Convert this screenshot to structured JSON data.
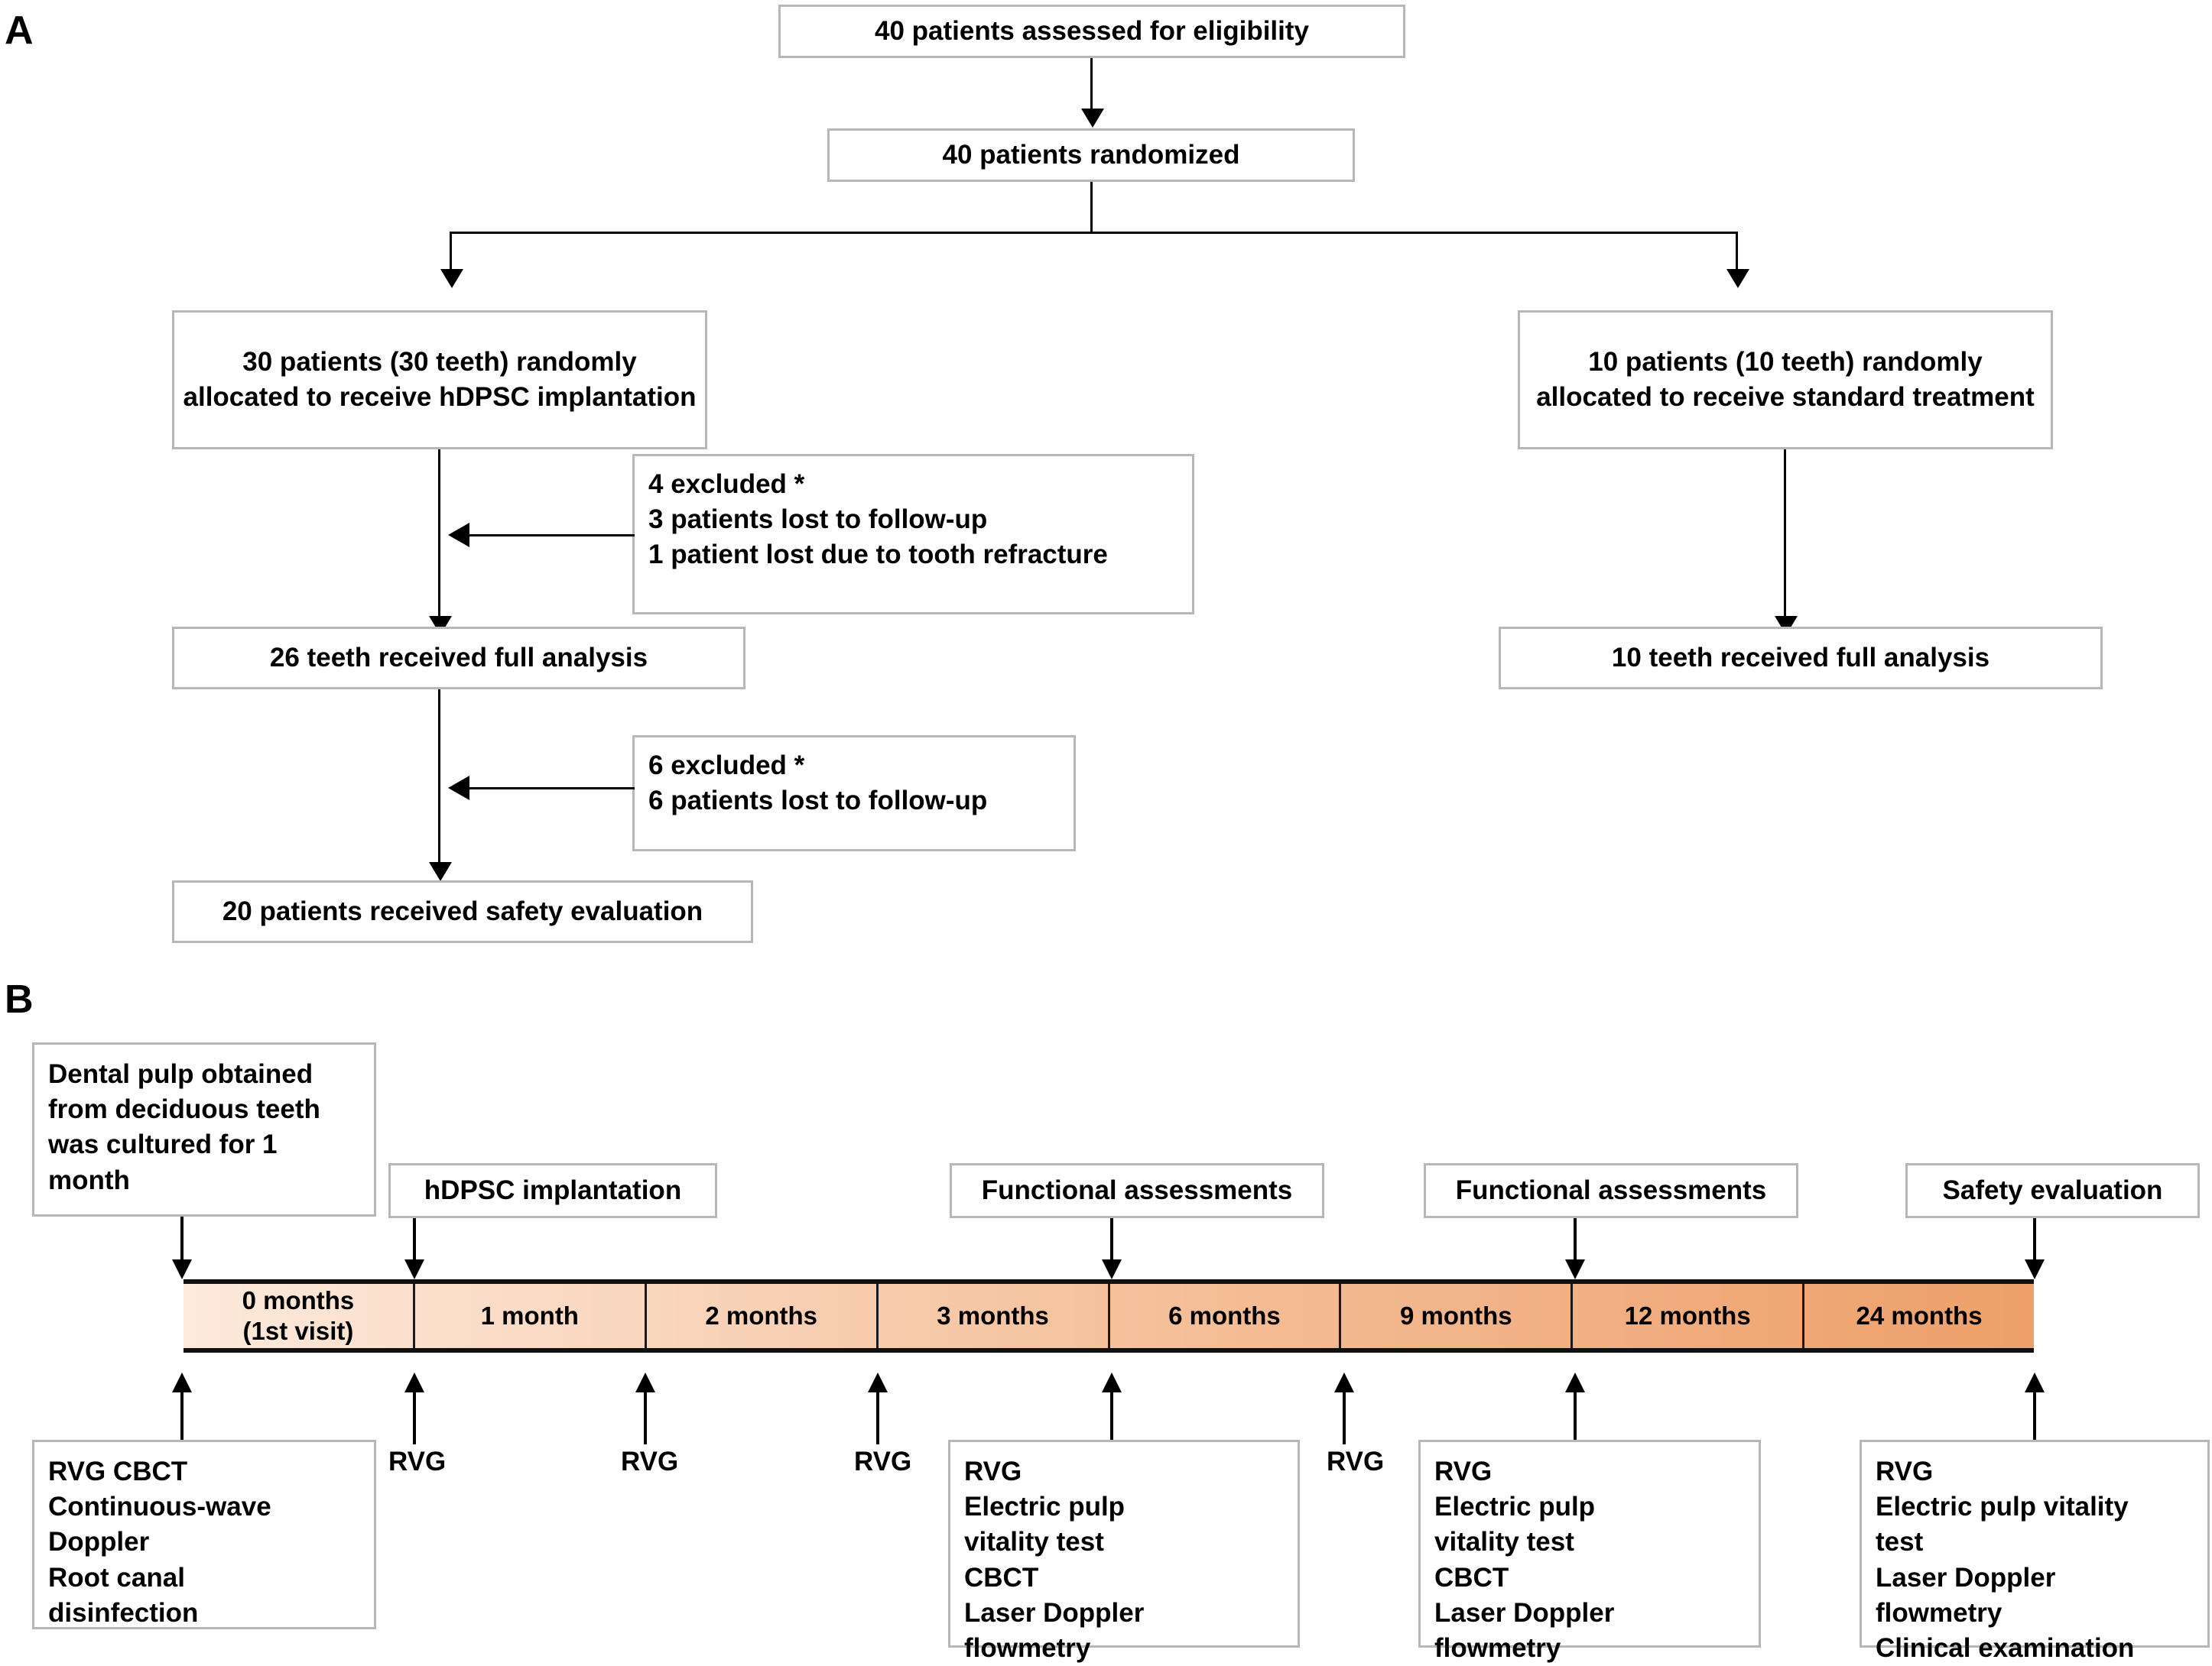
{
  "panels": {
    "a_label": "A",
    "b_label": "B"
  },
  "flowchart": {
    "assessed": "40 patients assessed for eligibility",
    "randomized": "40 patients randomized",
    "arm_test": "30 patients (30 teeth) randomly allocated to receive hDPSC implantation",
    "arm_control": "10 patients (10 teeth) randomly allocated to receive standard treatment",
    "exclusion_1": "4 excluded *\n3 patients lost to follow-up\n1 patient lost due to tooth refracture",
    "full_analysis_test": "26 teeth received full analysis",
    "full_analysis_control": "10 teeth received full analysis",
    "exclusion_2": "6 excluded *\n6 patients  lost to follow-up",
    "safety": "20 patients received  safety evaluation"
  },
  "timeline": {
    "segments": [
      "0 months\n(1st visit)",
      "1 month",
      "2 months",
      "3 months",
      "6 months",
      "9 months",
      "12 months",
      "24 months"
    ],
    "above_boxes": [
      "Dental pulp obtained from deciduous teeth was cultured for 1 month",
      "hDPSC implantation",
      "Functional assessments",
      "Functional assessments",
      "Safety evaluation"
    ],
    "below_boxes": [
      "RVG  CBCT\nContinuous-wave\nDoppler\nRoot canal\ndisinfection",
      "RVG\nElectric pulp\nvitality test\nCBCT\nLaser Doppler\nflowmetry",
      "RVG\nElectric pulp\nvitality test\nCBCT\nLaser Doppler\nflowmetry",
      "RVG\nElectric pulp vitality\ntest\nLaser Doppler\nflowmetry\nClinical examination"
    ],
    "rvg_labels": [
      "RVG",
      "RVG",
      "RVG",
      "RVG"
    ]
  },
  "colors": {
    "box_border": "#b7b7b7",
    "timeline_start": "#fdeadb",
    "timeline_end": "#eda069",
    "line": "#000000"
  }
}
